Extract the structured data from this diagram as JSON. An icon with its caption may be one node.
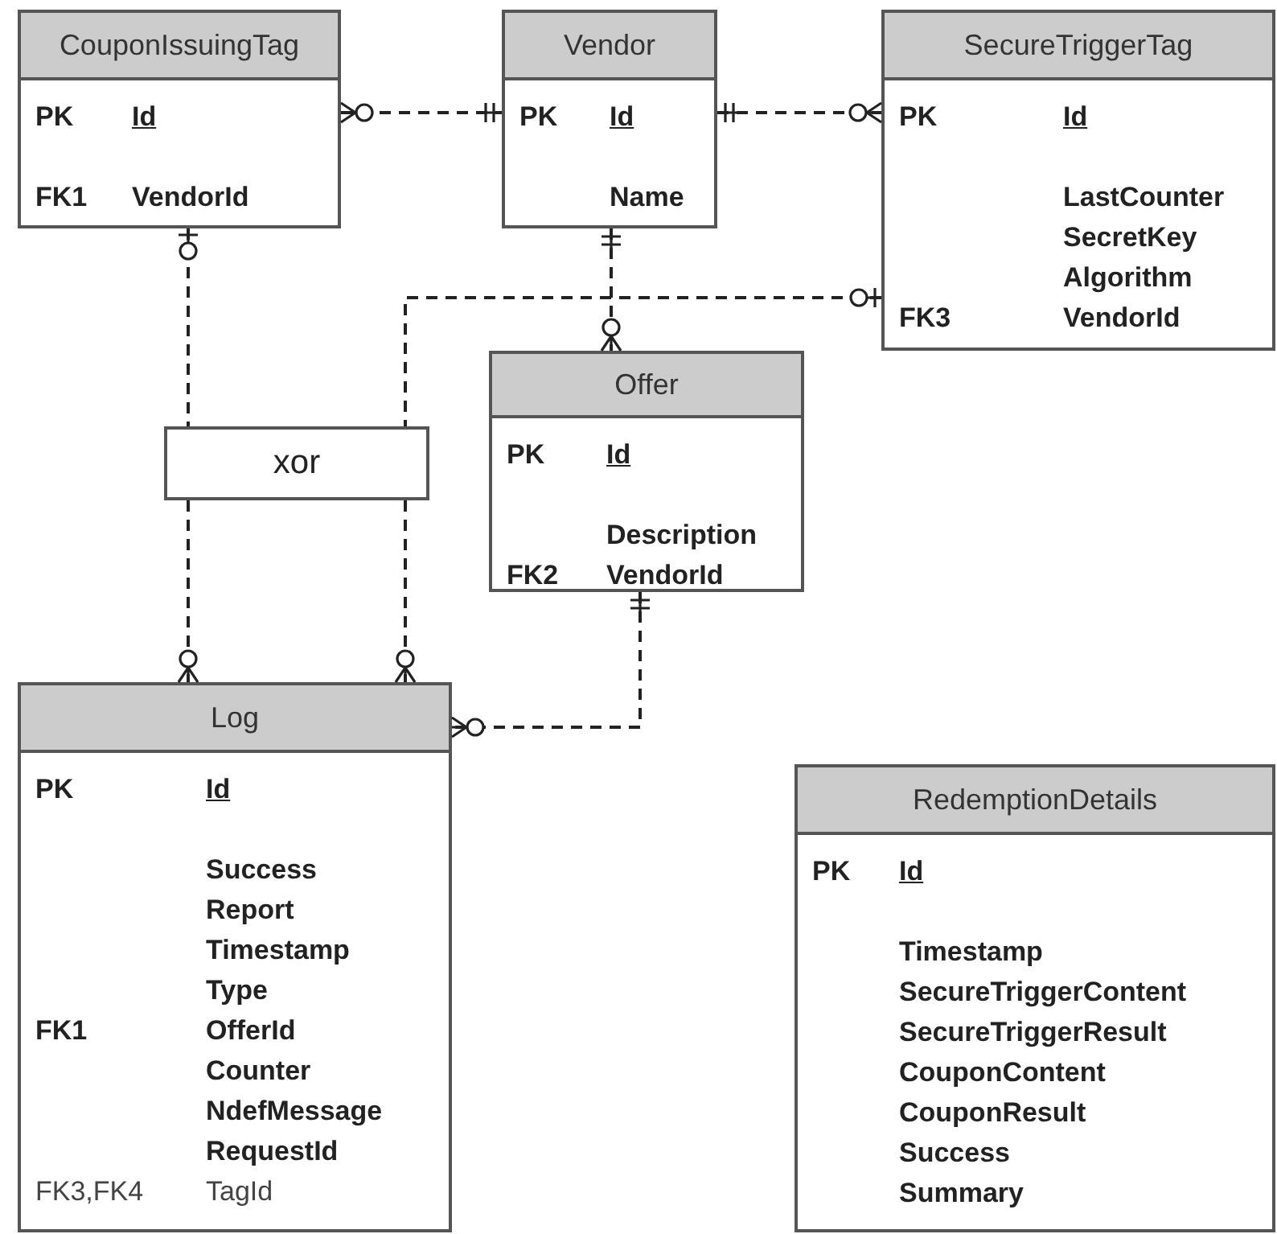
{
  "diagram": {
    "nodes": [
      {
        "text": [
          "CouponIssuingTag",
          "PK",
          "Id",
          "FK1",
          "VendorId"
        ]
      },
      {
        "text": [
          "Vendor",
          "PK",
          "Id",
          "Name"
        ]
      },
      {
        "text": [
          "SecureTriggerTag",
          "PK",
          "Id",
          "LastCounter",
          "SecretKey",
          "Algorithm",
          "FK3",
          "VendorId"
        ]
      },
      {
        "text": [
          "Offer",
          "PK",
          "Id",
          "Description",
          "FK2",
          "VendorId"
        ]
      },
      {
        "text": [
          "xor"
        ]
      },
      {
        "text": [
          "Log",
          "PK",
          "Id",
          "Success",
          "Report",
          "Timestamp",
          "Type",
          "FK1",
          "OfferId",
          "Counter",
          "NdefMessage",
          "RequestId",
          "FK3,FK4",
          "TagId"
        ]
      },
      {
        "text": [
          "RedemptionDetails",
          "PK",
          "Id",
          "Timestamp",
          "SecureTriggerContent",
          "SecureTriggerResult",
          "CouponContent",
          "CouponResult",
          "Success",
          "Summary"
        ]
      }
    ],
    "edges": [
      {
        "from": 0,
        "to": 1,
        "arrow": "other",
        "style": "dashed"
      },
      {
        "from": 1,
        "to": 2,
        "arrow": "other",
        "style": "dashed"
      },
      {
        "from": 1,
        "to": 3,
        "arrow": "other",
        "style": "dashed"
      },
      {
        "from": 0,
        "to": 4,
        "arrow": "other",
        "style": "dashed"
      },
      {
        "from": 2,
        "to": 4,
        "arrow": "other",
        "style": "dashed"
      },
      {
        "from": 4,
        "to": 5,
        "arrow": "other",
        "style": "dashed"
      },
      {
        "from": 4,
        "to": 5,
        "arrow": "other",
        "style": "dashed"
      },
      {
        "from": 3,
        "to": 5,
        "arrow": "other",
        "style": "dashed"
      }
    ]
  }
}
